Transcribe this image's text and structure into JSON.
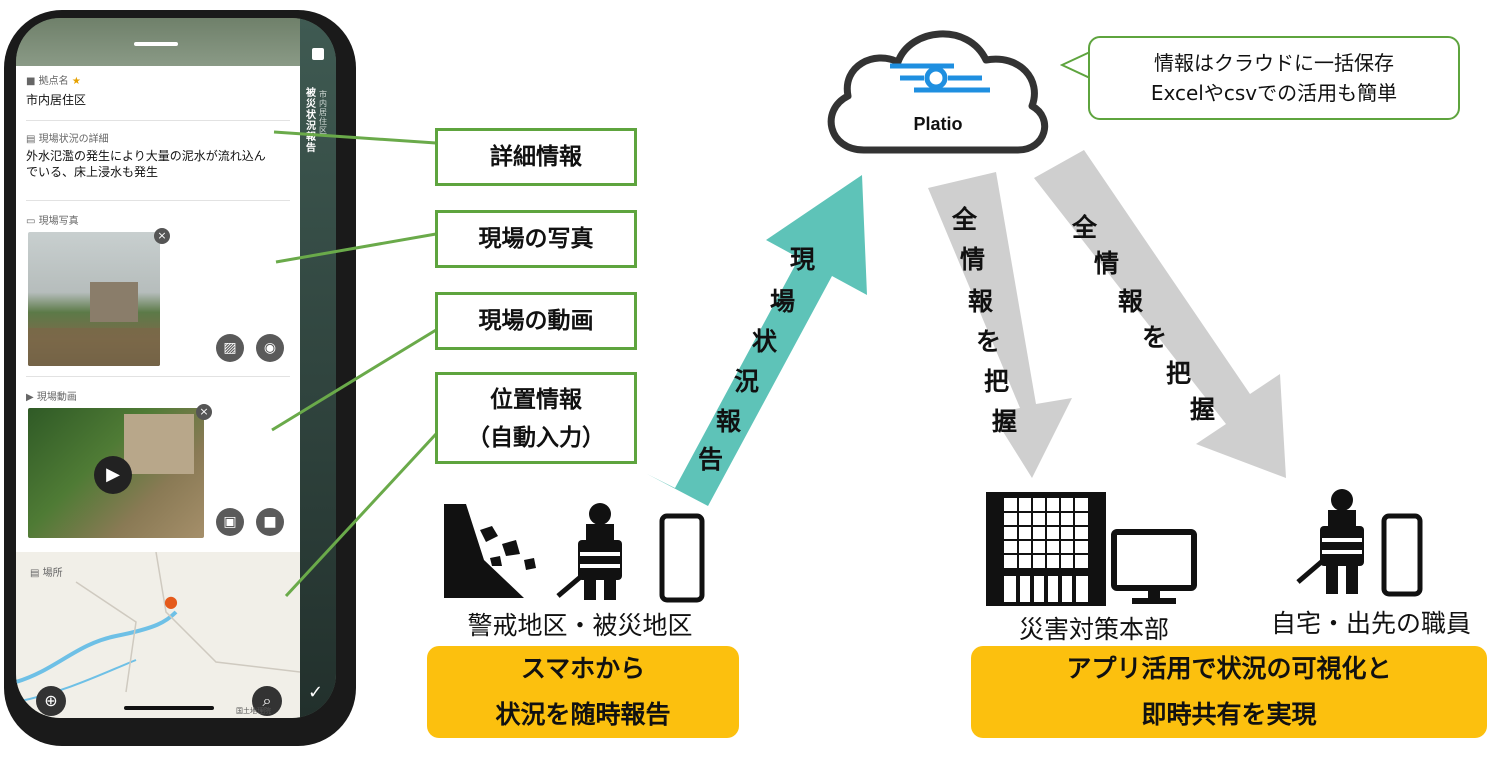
{
  "phone": {
    "side_title": "被災状況報告",
    "side_subtitle": "市内居住区",
    "fields": [
      {
        "label": "拠点名",
        "value": "市内居住区"
      },
      {
        "label": "現場状況の詳細",
        "value_line1": "外水氾濫の発生により大量の泥水が流れ込ん",
        "value_line2": "でいる、床上浸水も発生"
      },
      {
        "label": "現場写真"
      },
      {
        "label": "現場動画"
      },
      {
        "label": "場所"
      }
    ],
    "map_credit": "国土地理院"
  },
  "labels": {
    "detail": "詳細情報",
    "photo": "現場の写真",
    "video": "現場の動画",
    "location_line1": "位置情報",
    "location_line2": "（自動入力）"
  },
  "cloud": {
    "brand": "Platio",
    "bubble_line1": "情報はクラウドに一括保存",
    "bubble_line2": "Excelやcsvでの活用も簡単"
  },
  "arrows": {
    "up": [
      "現",
      "場",
      "状",
      "況",
      "報",
      "告"
    ],
    "down1": [
      "全",
      "情",
      "報",
      "を",
      "把",
      "握"
    ],
    "down2": [
      "全",
      "情",
      "報",
      "を",
      "把",
      "握"
    ]
  },
  "captions": {
    "disaster_area": "警戒地区・被災地区",
    "hq": "災害対策本部",
    "staff": "自宅・出先の職員"
  },
  "yellow_left": {
    "line1": "スマホから",
    "line2": "状況を随時報告"
  },
  "yellow_right": {
    "line1": "アプリ活用で状況の可視化と",
    "line2": "即時共有を実現"
  },
  "colors": {
    "green": "#5ea43e",
    "teal": "#5ec3b8",
    "gray_arrow": "#cfcfcf",
    "yellow": "#fcc00e",
    "platio_blue": "#1f8fe0"
  }
}
